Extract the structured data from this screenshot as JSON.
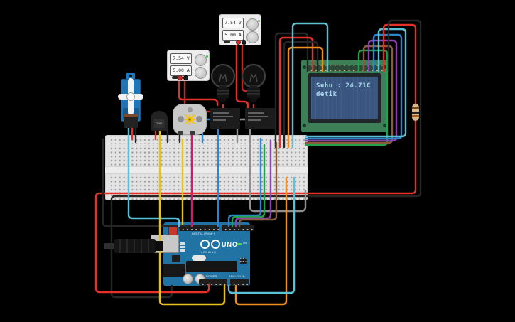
{
  "power_supply_1": {
    "voltage": "7.54 V",
    "current": "5.00 A"
  },
  "power_supply_2": {
    "voltage": "7.54 V",
    "current": "5.00 A"
  },
  "lcd": {
    "line1": "Suhu : 24.71C",
    "line2": "detik"
  },
  "arduino": {
    "brand": "ARDUINO",
    "model": "UNO",
    "digital_label": "DIGITAL (PWM~)",
    "power_label": "POWER",
    "analog_label": "ANALOG IN",
    "on_label": "ON"
  },
  "tmp_sensor": {
    "label": "TMP"
  },
  "colors": {
    "wire_red": "#e6312b",
    "wire_dark_red": "#c1271f",
    "wire_black": "#262626",
    "wire_cyan": "#59c2d8",
    "wire_blue": "#2e86d1",
    "wire_green": "#1fa24a",
    "wire_purple": "#8e44ad",
    "wire_brown": "#8a5c3c",
    "wire_orange": "#ef8f1f",
    "wire_yellow": "#e8c21c",
    "wire_magenta": "#d6186e",
    "wire_gray": "#8f8f8f"
  }
}
